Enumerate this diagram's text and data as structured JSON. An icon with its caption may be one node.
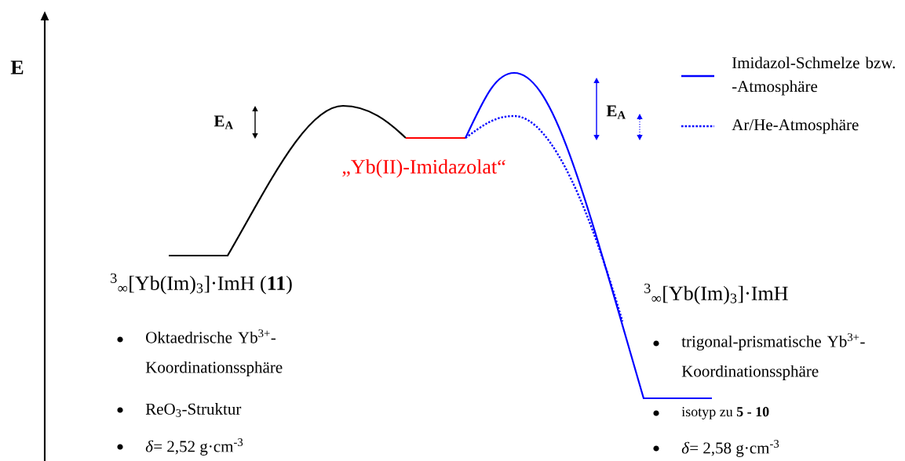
{
  "diagram": {
    "labels": [
      "E",
      "E$_{A}$",
      "E$_{A}$",
      "„Yb(II)-Imidazolat“",
      "$^{3}$$_{∞}$[Yb(Im)$_{3}$]·ImH (**11**)",
      "Oktaedrische Yb$^{3+}$- Koordinationssphäre",
      "ReO$_{3}$-Struktur",
      "*δ*= 2,52 g·cm$^{-3}$",
      "$^{3}$$_{∞}$[Yb(Im)$_{3}$]·ImH",
      "trigonal-prismatische Yb$^{3+}$-Koordinationssphäre",
      "isotyp zu **5 - 10**",
      "*δ*= 2,58 g·cm$^{-3}$"
    ],
    "legend": [
      {
        "text": "Imidazol-Schmelze bzw. -Atmosphäre"
      },
      {
        "text": "Ar/He-Atmosphäre"
      }
    ]
  }
}
